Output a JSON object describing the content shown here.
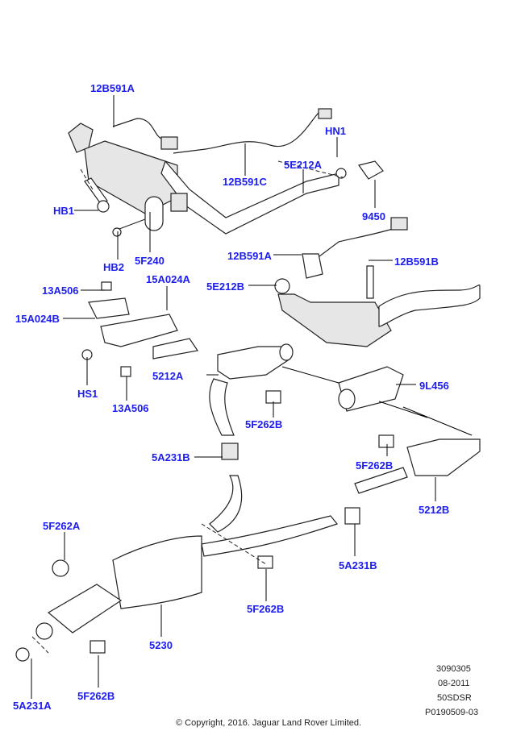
{
  "callouts": [
    "12B591A",
    "HN1",
    "12B591C",
    "5E212A",
    "HB1",
    "9450",
    "HB2",
    "5F240",
    "12B591A",
    "12B591B",
    "13A506",
    "15A024A",
    "5E212B",
    "15A024B",
    "5212A",
    "9L456",
    "HS1",
    "13A506",
    "5F262B",
    "5A231B",
    "5F262B",
    "5212B",
    "5F262A",
    "5A231B",
    "5F262B",
    "5230",
    "5F262B",
    "5A231A"
  ],
  "meta": {
    "id": "3090305",
    "date": "08-2011",
    "code": "50SDSR",
    "ref": "P0190509-03",
    "copyright": "© Copyright, 2016. Jaguar Land Rover Limited."
  },
  "colors": {
    "label": "#1d1df0"
  }
}
